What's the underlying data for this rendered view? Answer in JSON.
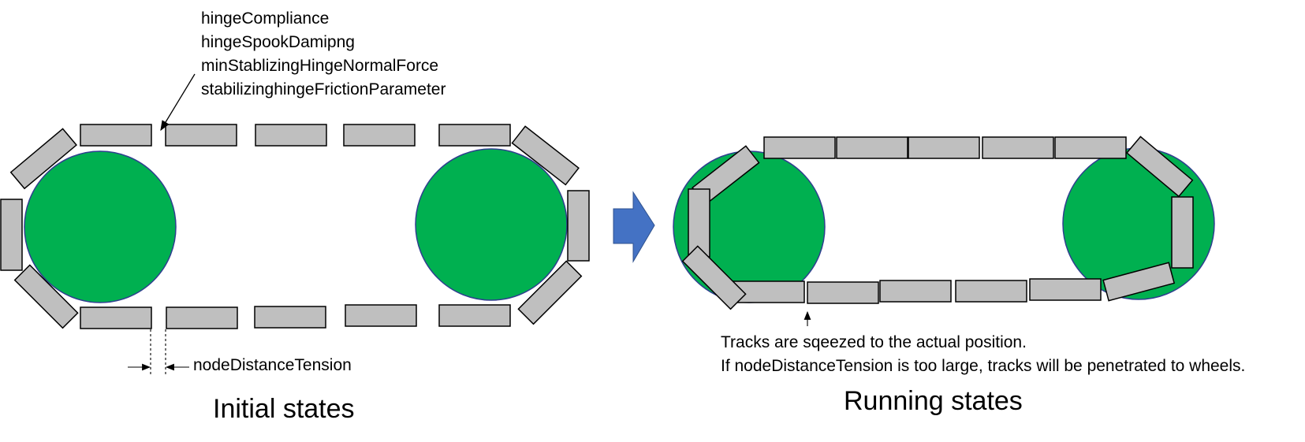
{
  "colors": {
    "wheel_fill": "#00b050",
    "wheel_stroke": "#2f3f8f",
    "track_fill": "#bfbfbf",
    "track_stroke": "#000000",
    "arrow_fill": "#4472c4"
  },
  "initial": {
    "params": [
      "hingeCompliance",
      "hingeSpookDamipng",
      "minStablizingHingeNormalForce",
      "stabilizinghingeFrictionParameter"
    ],
    "distance_label": "nodeDistanceTension",
    "caption": "Initial states"
  },
  "running": {
    "note_line1": "Tracks are sqeezed to the actual position.",
    "note_line2": "If nodeDistanceTension is too large, tracks will be penetrated to wheels.",
    "caption": "Running states"
  }
}
